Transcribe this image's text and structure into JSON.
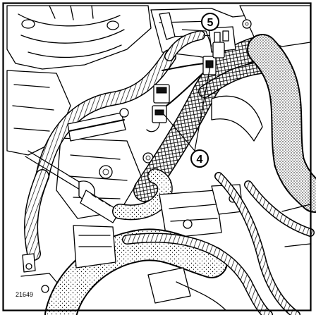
{
  "callouts": [
    {
      "id": "callout-5",
      "label": "5"
    },
    {
      "id": "callout-4",
      "label": "4"
    }
  ],
  "figure_reference": "21649",
  "colors": {
    "ink": "#000000",
    "paper": "#ffffff"
  }
}
